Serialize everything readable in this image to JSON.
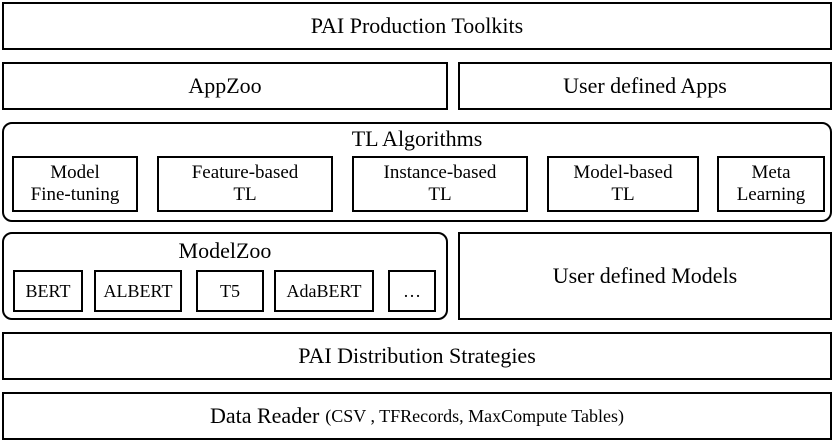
{
  "toolkits": {
    "label": "PAI Production Toolkits"
  },
  "apps": {
    "appzoo": "AppZoo",
    "user_apps": "User defined Apps"
  },
  "tl": {
    "title": "TL Algorithms",
    "items": [
      {
        "line1": "Model",
        "line2": "Fine-tuning"
      },
      {
        "line1": "Feature-based",
        "line2": "TL"
      },
      {
        "line1": "Instance-based",
        "line2": "TL"
      },
      {
        "line1": "Model-based",
        "line2": "TL"
      },
      {
        "line1": "Meta",
        "line2": "Learning"
      }
    ]
  },
  "modelzoo": {
    "title": "ModelZoo",
    "items": [
      "BERT",
      "ALBERT",
      "T5",
      "AdaBERT",
      "…"
    ]
  },
  "user_models": {
    "label": "User defined Models"
  },
  "distribution": {
    "label": "PAI Distribution Strategies"
  },
  "data_reader": {
    "label": "Data Reader",
    "suffix": "(CSV , TFRecords, MaxCompute Tables)"
  }
}
